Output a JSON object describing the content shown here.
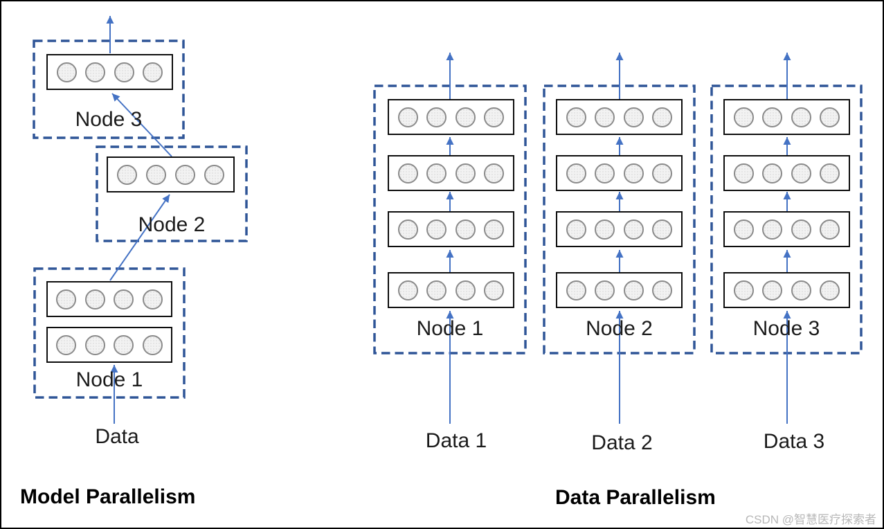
{
  "neurons_per_layer": 4,
  "model_parallelism": {
    "title": "Model Parallelism",
    "input_label": "Data",
    "nodes": [
      {
        "label": "Node 1",
        "layer_count": 2
      },
      {
        "label": "Node 2",
        "layer_count": 1
      },
      {
        "label": "Node 3",
        "layer_count": 1
      }
    ]
  },
  "data_parallelism": {
    "title": "Data Parallelism",
    "nodes": [
      {
        "label": "Node 1",
        "input_label": "Data 1",
        "layer_count": 4
      },
      {
        "label": "Node 2",
        "input_label": "Data 2",
        "layer_count": 4
      },
      {
        "label": "Node 3",
        "input_label": "Data 3",
        "layer_count": 4
      }
    ]
  },
  "watermark": {
    "text": "CSDN @智慧医疗探索者"
  },
  "colors": {
    "node_box_dash": "#2F5597",
    "arrow": "#4472C4",
    "layer_border": "#0D0D0D",
    "neuron_fill": "#F2F2F2",
    "neuron_stroke": "#8A8A8A",
    "text": "#1A1A1A",
    "watermark": "#B8B8B8",
    "background": "#FFFFFF",
    "frame": "#000000"
  }
}
